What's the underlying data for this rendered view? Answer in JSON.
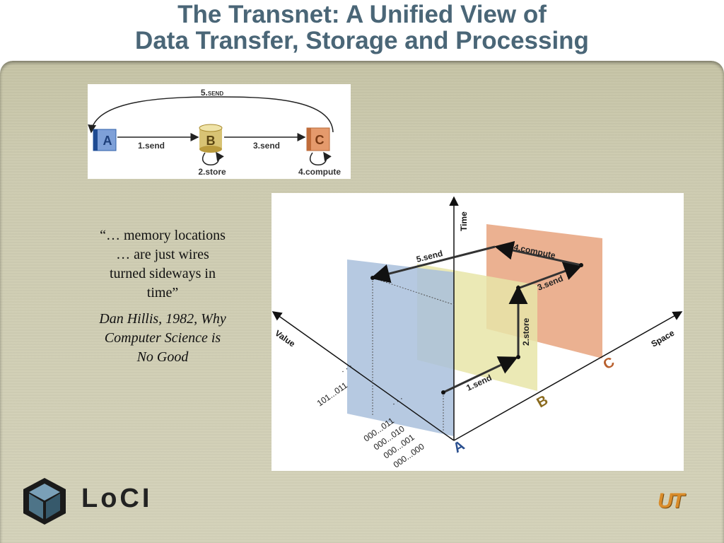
{
  "title": {
    "line1": "The Transnet: A Unified View of",
    "line2": "Data Transfer, Storage and Processing"
  },
  "top_diagram": {
    "node_a": "A",
    "node_b": "B",
    "node_c": "C",
    "send1": "1.send",
    "store2": "2.store",
    "send3": "3.send",
    "compute4": "4.compute",
    "send5": "5.send"
  },
  "quote": {
    "text": "“… memory locations … are just wires turned sideways in time”",
    "attribution": "Dan Hillis, 1982, Why Computer Science is No Good"
  },
  "diagram3d": {
    "axis_time": "Time",
    "axis_value": "Value",
    "axis_space": "Space",
    "plane_a": "A",
    "plane_b": "B",
    "plane_c": "C",
    "send1": "1.send",
    "store2": "2.store",
    "send3": "3.send",
    "compute4": "4.compute",
    "send5": "5.send",
    "values": [
      "101...011",
      "000...011",
      "000...010",
      "000...001",
      "000...000"
    ],
    "dots": ". . ."
  },
  "logo": {
    "loci": "LoCI",
    "ut": "UT"
  },
  "colors": {
    "title": "#4a6677",
    "plane_a": "#a9bfdc",
    "plane_b": "#e7e4aa",
    "plane_c": "#e9a985",
    "node_a": "#4e7fc4",
    "node_b": "#c8a64a",
    "node_c": "#dc8a5a"
  }
}
